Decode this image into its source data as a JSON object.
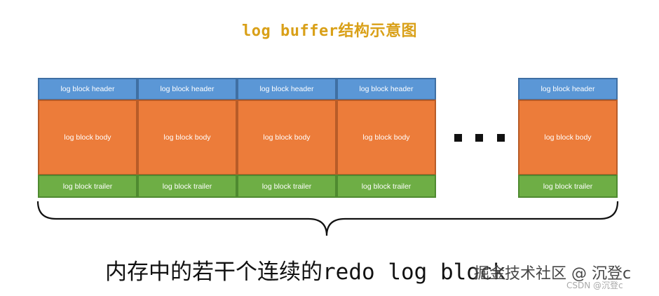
{
  "title": "log buffer结构示意图",
  "blocks": [
    {
      "header": "log block header",
      "body": "log block body",
      "trailer": "log block trailer"
    },
    {
      "header": "log block header",
      "body": "log block body",
      "trailer": "log block trailer"
    },
    {
      "header": "log block header",
      "body": "log block body",
      "trailer": "log block trailer"
    },
    {
      "header": "log block header",
      "body": "log block body",
      "trailer": "log block trailer"
    },
    {
      "header": "log block header",
      "body": "log block body",
      "trailer": "log block trailer"
    }
  ],
  "caption": "内存中的若干个连续的redo log block",
  "watermark": "掘金技术社区 @ 沉登c",
  "watermark_small": "CSDN @沉登c",
  "colors": {
    "title": "#d9a018",
    "header": "#5b97d6",
    "body": "#ec7c3a",
    "trailer": "#6eae45"
  }
}
